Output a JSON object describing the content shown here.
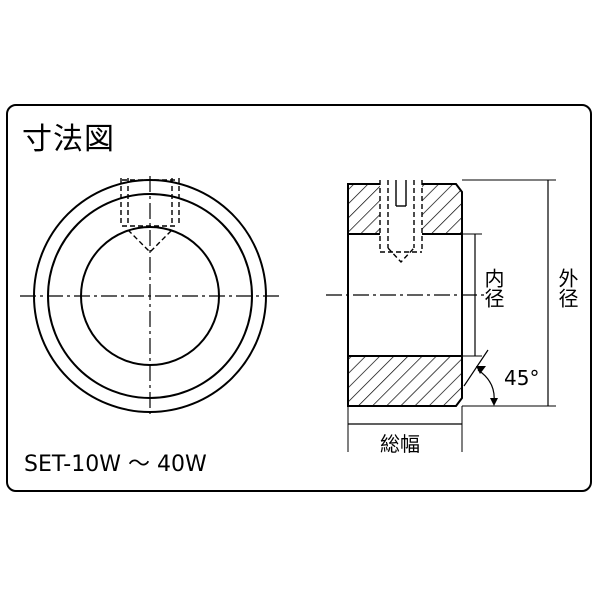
{
  "title": "寸法図",
  "model": "SET-10W ～ 40W",
  "labels": {
    "inner_diameter": "内径",
    "outer_diameter": "外径",
    "total_width": "総幅",
    "chamfer_angle": "45°"
  }
}
